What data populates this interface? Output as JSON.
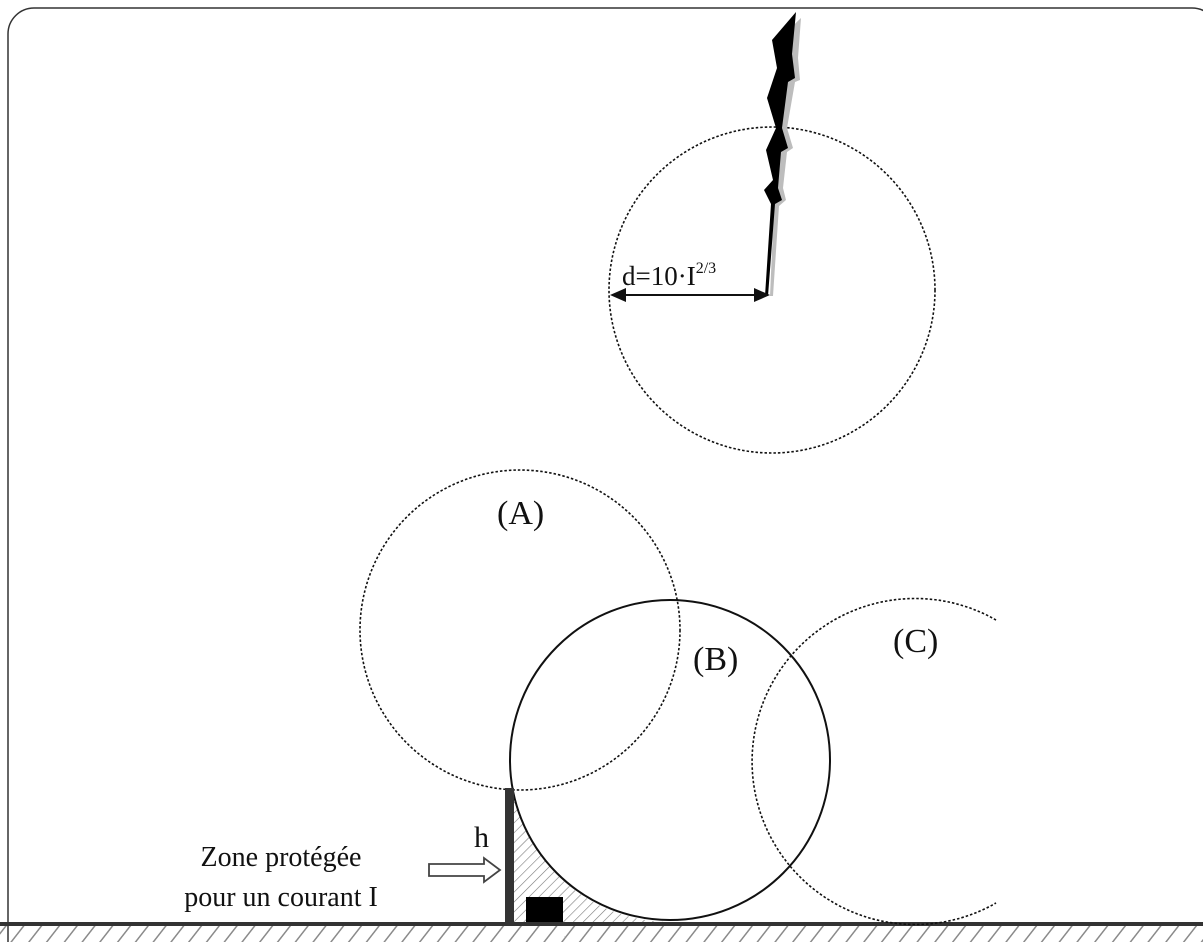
{
  "labels": {
    "radius_formula_base": "d=10·I",
    "radius_formula_exponent": "2/3",
    "circle_a": "(A)",
    "circle_b": "(B)",
    "circle_c": "(C)",
    "mast_height": "h",
    "zone_line1": "Zone protégée",
    "zone_line2": "pour un courant I"
  },
  "colors": {
    "line": "#111111",
    "mast": "#333333",
    "ground_hatch": "#888888",
    "zone_hatch": "#7a7a7a",
    "frame": "#333333",
    "lightning": "#000000",
    "lightning_shadow": "#bdbdbd"
  }
}
